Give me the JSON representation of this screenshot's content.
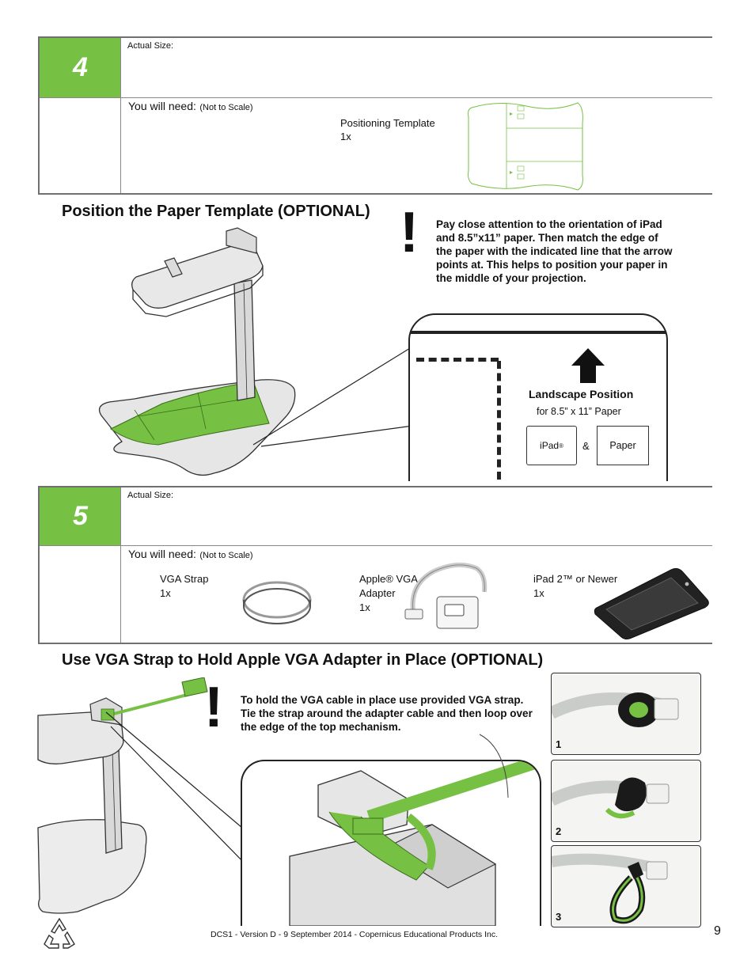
{
  "step4": {
    "number": "4",
    "actual_size_label": "Actual Size:",
    "you_will_need": "You will need:",
    "not_to_scale": "(Not to Scale)",
    "item_name": "Positioning Template",
    "item_qty": "1x"
  },
  "section1": {
    "heading": "Position the Paper Template (OPTIONAL)",
    "exclamation": "!",
    "note": "Pay close attention to the orientation of iPad and 8.5”x11” paper. Then match the edge of the paper with the indicated line that the arrow points at. This helps to position your paper in the middle of your projection.",
    "callout": {
      "title": "Landscape Position",
      "subtitle": "for 8.5” x 11” Paper",
      "ipad_label": "iPad",
      "ipad_sup": "®",
      "ampersand": "&",
      "paper_label": "Paper"
    }
  },
  "step5": {
    "number": "5",
    "actual_size_label": "Actual Size:",
    "you_will_need": "You will need:",
    "not_to_scale": "(Not to Scale)",
    "items": [
      {
        "name": "VGA Strap",
        "qty": "1x"
      },
      {
        "name_line1": "Apple® VGA",
        "name_line2": "Adapter",
        "qty": "1x"
      },
      {
        "name": "iPad 2™ or Newer",
        "qty": "1x"
      }
    ]
  },
  "section2": {
    "heading": "Use VGA Strap to Hold Apple VGA Adapter in Place (OPTIONAL)",
    "exclamation": "!",
    "note": "To hold the VGA cable in place use provided VGA strap. Tie the strap around the adapter cable and then loop over the edge of the top mechanism.",
    "photos": [
      "1",
      "2",
      "3"
    ]
  },
  "footer": {
    "text": "DCS1 - Version D - 9 September 2014 - Copernicus Educational Products Inc.",
    "page": "9"
  },
  "colors": {
    "accent_green": "#76c043",
    "border_gray": "#707070",
    "stand_gray": "#d9d9d9"
  },
  "icons": [
    "recycle-icon",
    "up-arrow-icon"
  ]
}
